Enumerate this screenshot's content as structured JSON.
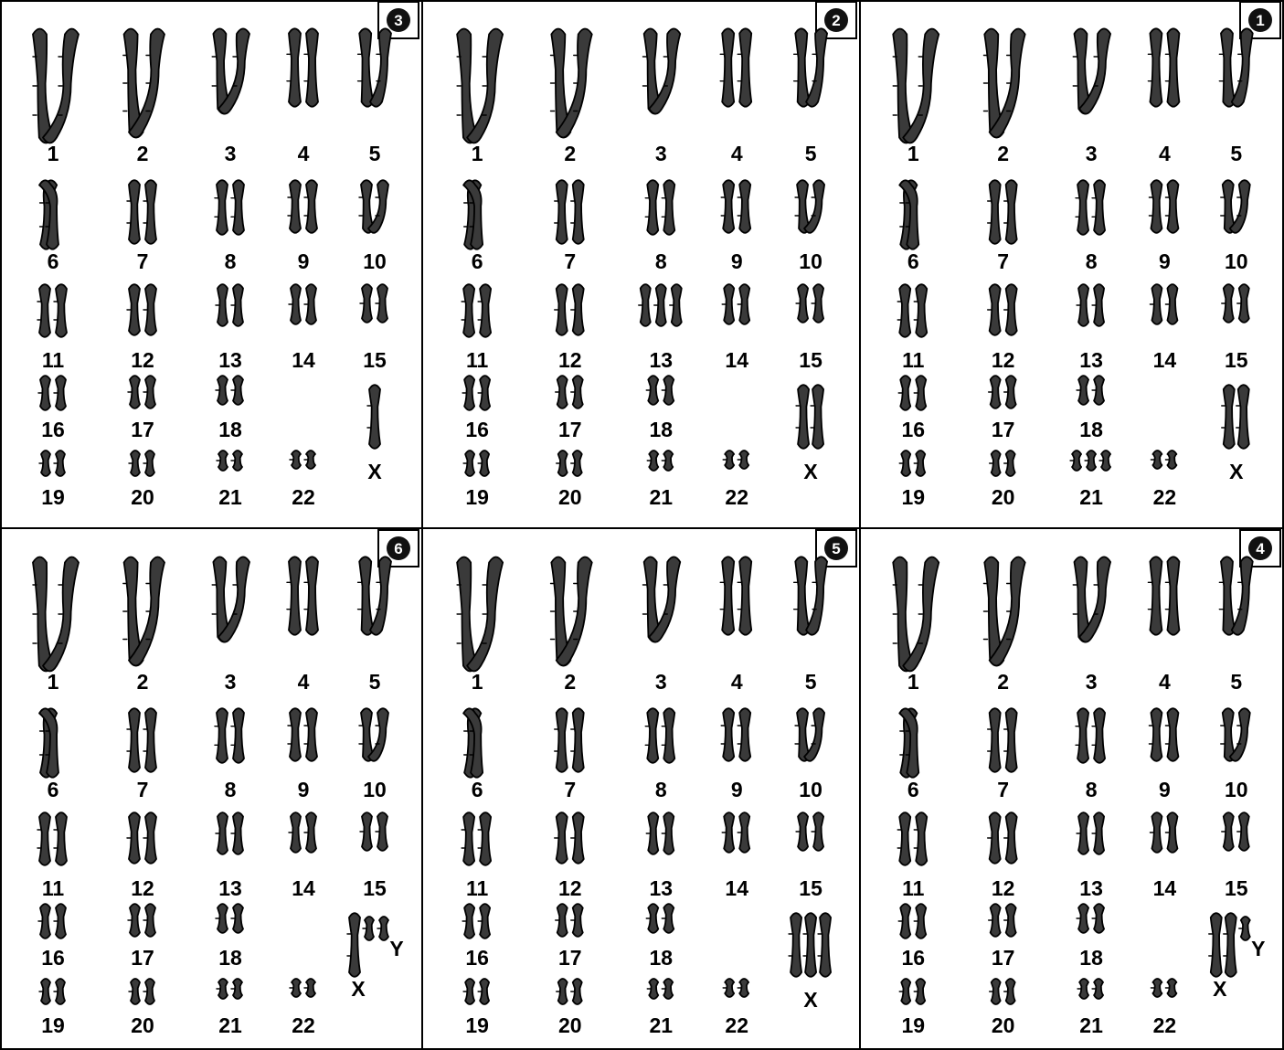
{
  "panels": [
    {
      "badge": "3",
      "chromosomes": [
        {
          "label": "1",
          "count": 2
        },
        {
          "label": "2",
          "count": 2
        },
        {
          "label": "3",
          "count": 2
        },
        {
          "label": "4",
          "count": 2
        },
        {
          "label": "5",
          "count": 2
        },
        {
          "label": "6",
          "count": 2
        },
        {
          "label": "7",
          "count": 2
        },
        {
          "label": "8",
          "count": 2
        },
        {
          "label": "9",
          "count": 2
        },
        {
          "label": "10",
          "count": 2
        },
        {
          "label": "11",
          "count": 2
        },
        {
          "label": "12",
          "count": 2
        },
        {
          "label": "13",
          "count": 2
        },
        {
          "label": "14",
          "count": 2
        },
        {
          "label": "15",
          "count": 2
        },
        {
          "label": "16",
          "count": 2
        },
        {
          "label": "17",
          "count": 2
        },
        {
          "label": "18",
          "count": 2
        },
        {
          "label": "19",
          "count": 2
        },
        {
          "label": "20",
          "count": 2
        },
        {
          "label": "21",
          "count": 2
        },
        {
          "label": "22",
          "count": 2
        }
      ],
      "sex": [
        {
          "label": "X",
          "count": 1
        }
      ]
    },
    {
      "badge": "2",
      "chromosomes": [
        {
          "label": "1",
          "count": 2
        },
        {
          "label": "2",
          "count": 2
        },
        {
          "label": "3",
          "count": 2
        },
        {
          "label": "4",
          "count": 2
        },
        {
          "label": "5",
          "count": 2
        },
        {
          "label": "6",
          "count": 2
        },
        {
          "label": "7",
          "count": 2
        },
        {
          "label": "8",
          "count": 2
        },
        {
          "label": "9",
          "count": 2
        },
        {
          "label": "10",
          "count": 2
        },
        {
          "label": "11",
          "count": 2
        },
        {
          "label": "12",
          "count": 2
        },
        {
          "label": "13",
          "count": 3
        },
        {
          "label": "14",
          "count": 2
        },
        {
          "label": "15",
          "count": 2
        },
        {
          "label": "16",
          "count": 2
        },
        {
          "label": "17",
          "count": 2
        },
        {
          "label": "18",
          "count": 2
        },
        {
          "label": "19",
          "count": 2
        },
        {
          "label": "20",
          "count": 2
        },
        {
          "label": "21",
          "count": 2
        },
        {
          "label": "22",
          "count": 2
        }
      ],
      "sex": [
        {
          "label": "X",
          "count": 2
        }
      ]
    },
    {
      "badge": "1",
      "chromosomes": [
        {
          "label": "1",
          "count": 2
        },
        {
          "label": "2",
          "count": 2
        },
        {
          "label": "3",
          "count": 2
        },
        {
          "label": "4",
          "count": 2
        },
        {
          "label": "5",
          "count": 2
        },
        {
          "label": "6",
          "count": 2
        },
        {
          "label": "7",
          "count": 2
        },
        {
          "label": "8",
          "count": 2
        },
        {
          "label": "9",
          "count": 2
        },
        {
          "label": "10",
          "count": 2
        },
        {
          "label": "11",
          "count": 2
        },
        {
          "label": "12",
          "count": 2
        },
        {
          "label": "13",
          "count": 2
        },
        {
          "label": "14",
          "count": 2
        },
        {
          "label": "15",
          "count": 2
        },
        {
          "label": "16",
          "count": 2
        },
        {
          "label": "17",
          "count": 2
        },
        {
          "label": "18",
          "count": 2
        },
        {
          "label": "19",
          "count": 2
        },
        {
          "label": "20",
          "count": 2
        },
        {
          "label": "21",
          "count": 3
        },
        {
          "label": "22",
          "count": 2
        }
      ],
      "sex": [
        {
          "label": "X",
          "count": 2
        }
      ]
    },
    {
      "badge": "6",
      "chromosomes": [
        {
          "label": "1",
          "count": 2
        },
        {
          "label": "2",
          "count": 2
        },
        {
          "label": "3",
          "count": 2
        },
        {
          "label": "4",
          "count": 2
        },
        {
          "label": "5",
          "count": 2
        },
        {
          "label": "6",
          "count": 2
        },
        {
          "label": "7",
          "count": 2
        },
        {
          "label": "8",
          "count": 2
        },
        {
          "label": "9",
          "count": 2
        },
        {
          "label": "10",
          "count": 2
        },
        {
          "label": "11",
          "count": 2
        },
        {
          "label": "12",
          "count": 2
        },
        {
          "label": "13",
          "count": 2
        },
        {
          "label": "14",
          "count": 2
        },
        {
          "label": "15",
          "count": 2
        },
        {
          "label": "16",
          "count": 2
        },
        {
          "label": "17",
          "count": 2
        },
        {
          "label": "18",
          "count": 2
        },
        {
          "label": "19",
          "count": 2
        },
        {
          "label": "20",
          "count": 2
        },
        {
          "label": "21",
          "count": 2
        },
        {
          "label": "22",
          "count": 2
        }
      ],
      "sex": [
        {
          "label": "X",
          "count": 1
        },
        {
          "label": "Y",
          "count": 2
        }
      ]
    },
    {
      "badge": "5",
      "chromosomes": [
        {
          "label": "1",
          "count": 2
        },
        {
          "label": "2",
          "count": 2
        },
        {
          "label": "3",
          "count": 2
        },
        {
          "label": "4",
          "count": 2
        },
        {
          "label": "5",
          "count": 2
        },
        {
          "label": "6",
          "count": 2
        },
        {
          "label": "7",
          "count": 2
        },
        {
          "label": "8",
          "count": 2
        },
        {
          "label": "9",
          "count": 2
        },
        {
          "label": "10",
          "count": 2
        },
        {
          "label": "11",
          "count": 2
        },
        {
          "label": "12",
          "count": 2
        },
        {
          "label": "13",
          "count": 2
        },
        {
          "label": "14",
          "count": 2
        },
        {
          "label": "15",
          "count": 2
        },
        {
          "label": "16",
          "count": 2
        },
        {
          "label": "17",
          "count": 2
        },
        {
          "label": "18",
          "count": 2
        },
        {
          "label": "19",
          "count": 2
        },
        {
          "label": "20",
          "count": 2
        },
        {
          "label": "21",
          "count": 2
        },
        {
          "label": "22",
          "count": 2
        }
      ],
      "sex": [
        {
          "label": "X",
          "count": 3
        }
      ]
    },
    {
      "badge": "4",
      "chromosomes": [
        {
          "label": "1",
          "count": 2
        },
        {
          "label": "2",
          "count": 2
        },
        {
          "label": "3",
          "count": 2
        },
        {
          "label": "4",
          "count": 2
        },
        {
          "label": "5",
          "count": 2
        },
        {
          "label": "6",
          "count": 2
        },
        {
          "label": "7",
          "count": 2
        },
        {
          "label": "8",
          "count": 2
        },
        {
          "label": "9",
          "count": 2
        },
        {
          "label": "10",
          "count": 2
        },
        {
          "label": "11",
          "count": 2
        },
        {
          "label": "12",
          "count": 2
        },
        {
          "label": "13",
          "count": 2
        },
        {
          "label": "14",
          "count": 2
        },
        {
          "label": "15",
          "count": 2
        },
        {
          "label": "16",
          "count": 2
        },
        {
          "label": "17",
          "count": 2
        },
        {
          "label": "18",
          "count": 2
        },
        {
          "label": "19",
          "count": 2
        },
        {
          "label": "20",
          "count": 2
        },
        {
          "label": "21",
          "count": 2
        },
        {
          "label": "22",
          "count": 2
        }
      ],
      "sex": [
        {
          "label": "X",
          "count": 2
        },
        {
          "label": "Y",
          "count": 1
        }
      ]
    }
  ],
  "colors": {
    "chromosome_fill": "#3a3a3a",
    "outline": "#000000",
    "badge_fill": "#111111",
    "background": "#ffffff"
  }
}
